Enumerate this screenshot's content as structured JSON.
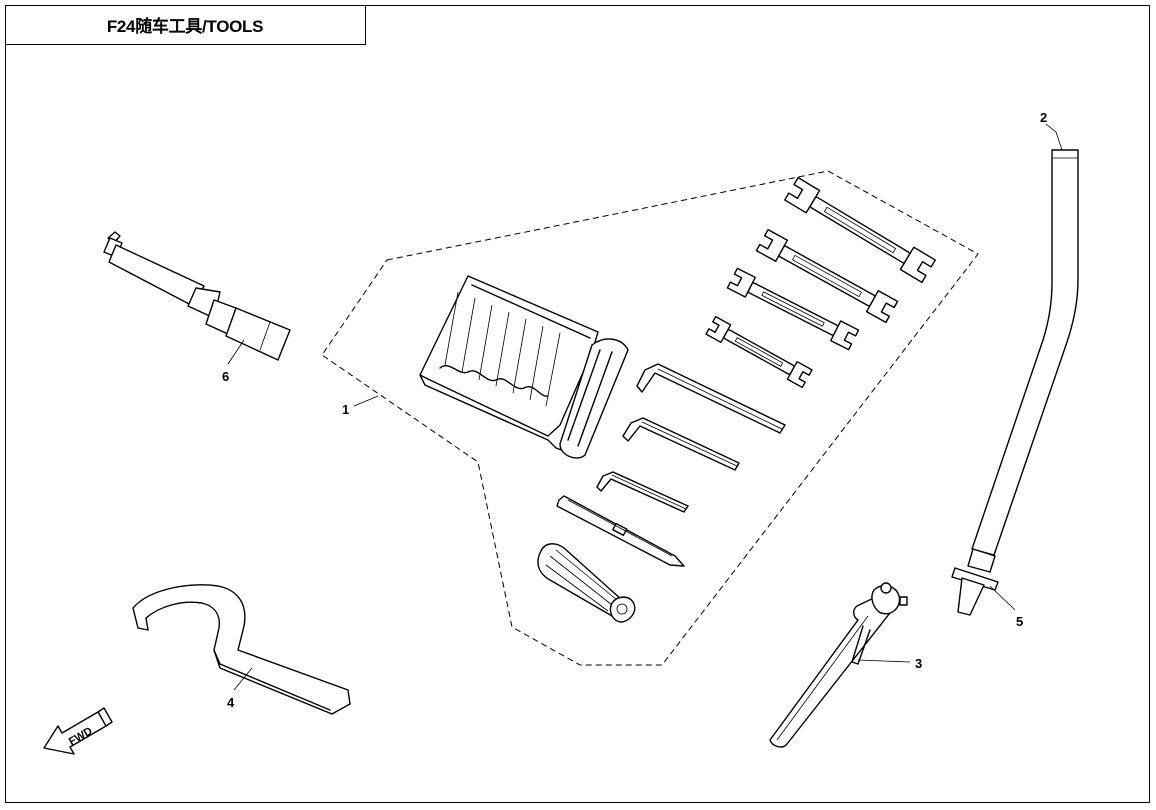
{
  "title": "F24随车工具/TOOLS",
  "callouts": {
    "c1": "1",
    "c2": "2",
    "c3": "3",
    "c4": "4",
    "c5": "5",
    "c6": "6"
  },
  "fwd_label": "FWD"
}
